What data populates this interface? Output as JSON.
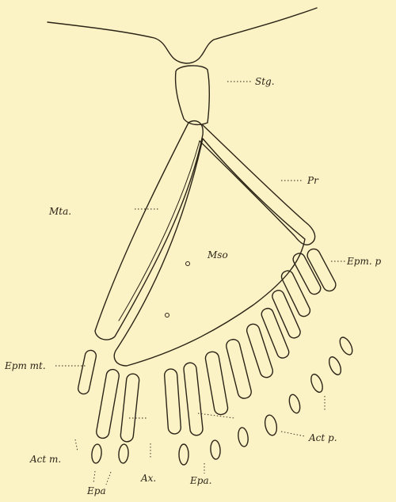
{
  "labels": {
    "stg": "Stg.",
    "pr": "Pr",
    "mta": "Mta.",
    "mso": "Mso",
    "epm_p": "Epm. p",
    "epm_mt": "Epm mt.",
    "act_m": "Act m.",
    "act_p": "Act p.",
    "epa_left": "Epa",
    "ax": "Ax.",
    "epa_right": "Epa."
  }
}
